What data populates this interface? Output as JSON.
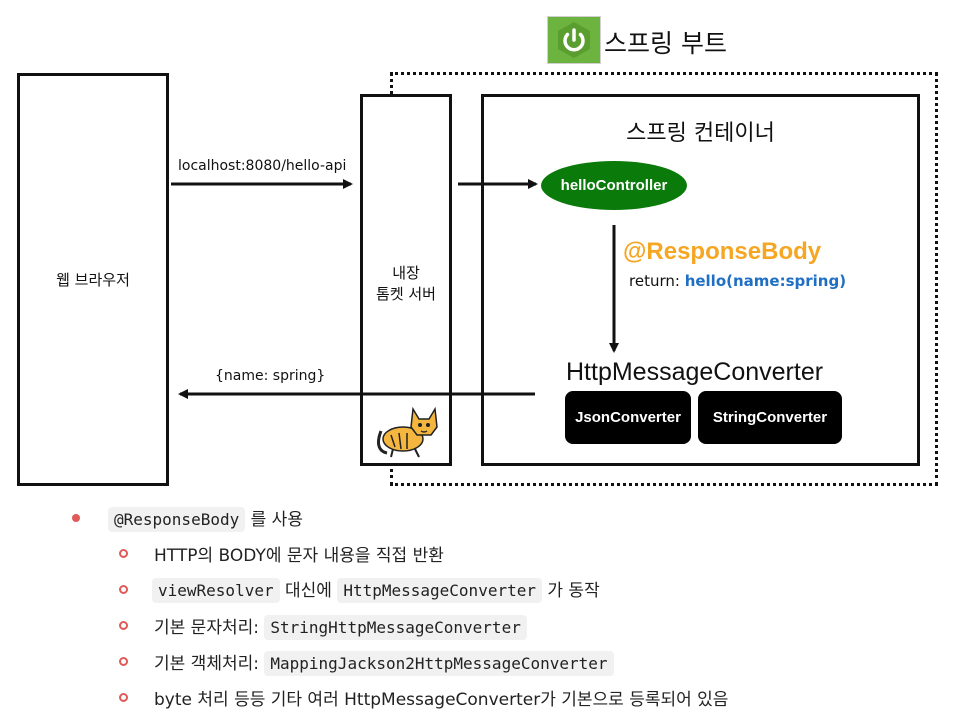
{
  "header": {
    "title": "스프링 부트"
  },
  "browser": {
    "label": "웹 브라우저"
  },
  "tomcat": {
    "line1": "내장",
    "line2": "톰켓 서버"
  },
  "container": {
    "title": "스프링 컨테이너"
  },
  "controller": {
    "label": "helloController"
  },
  "annotation": {
    "name": "@ResponseBody",
    "return_prefix": "return: ",
    "return_value": "hello(name:spring)"
  },
  "converter": {
    "title": "HttpMessageConverter",
    "json_label": "JsonConverter",
    "string_label": "StringConverter"
  },
  "arrows": {
    "request_label": "localhost:8080/hello-api",
    "response_label": "{name: spring}"
  },
  "notes": {
    "main_code": "@ResponseBody",
    "main_text": " 를 사용",
    "sub1": "HTTP의 BODY에 문자 내용을 직접 반환",
    "sub2_code1": "viewResolver",
    "sub2_mid": " 대신에 ",
    "sub2_code2": "HttpMessageConverter",
    "sub2_tail": " 가 동작",
    "sub3_prefix": "기본 문자처리: ",
    "sub3_code": "StringHttpMessageConverter",
    "sub4_prefix": "기본 객체처리: ",
    "sub4_code": "MappingJackson2HttpMessageConverter",
    "sub5": "byte 처리 등등 기타 여러 HttpMessageConverter가 기본으로 등록되어 있음"
  },
  "colors": {
    "controller_green": "#0a7a0a",
    "annotation_orange": "#f5a623",
    "return_blue": "#1f6fc4",
    "bullet_red": "#e05a5a",
    "spring_logo_green": "#6db33f"
  }
}
